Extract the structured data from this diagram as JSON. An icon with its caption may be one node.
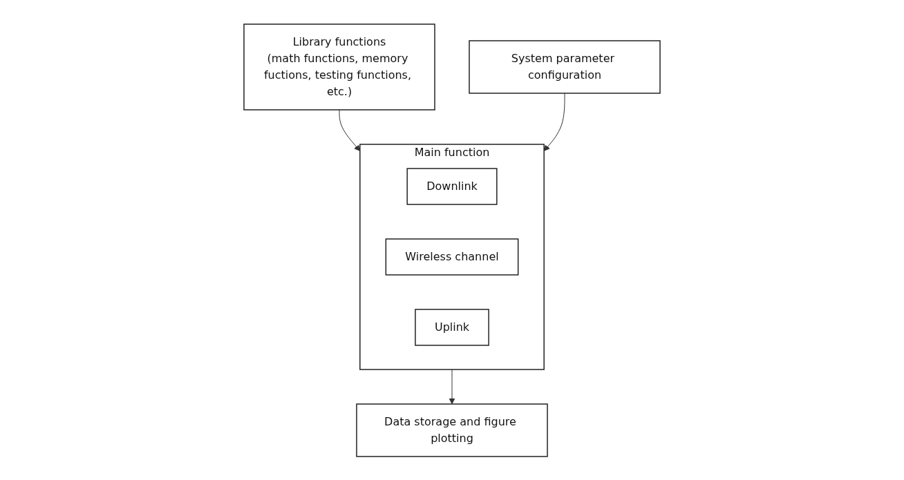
{
  "diagram": {
    "nodes": [
      {
        "text": [
          "Library functions",
          "(math functions, memory fuctions, testing functions, etc.)"
        ]
      },
      {
        "text": [
          "System parameter configuration"
        ]
      },
      {
        "text": [
          "Main function"
        ]
      },
      {
        "text": [
          "Downlink"
        ],
        "in": 2
      },
      {
        "text": [
          "Wireless channel"
        ],
        "in": 2
      },
      {
        "text": [
          "Uplink"
        ],
        "in": 2
      },
      {
        "text": [
          "Data storage and figure plotting"
        ]
      }
    ],
    "edges": [
      {
        "from": 0,
        "to": 2,
        "arrow": "to"
      },
      {
        "from": 1,
        "to": 2,
        "arrow": "to"
      },
      {
        "from": 2,
        "to": 6,
        "arrow": "to"
      }
    ]
  }
}
